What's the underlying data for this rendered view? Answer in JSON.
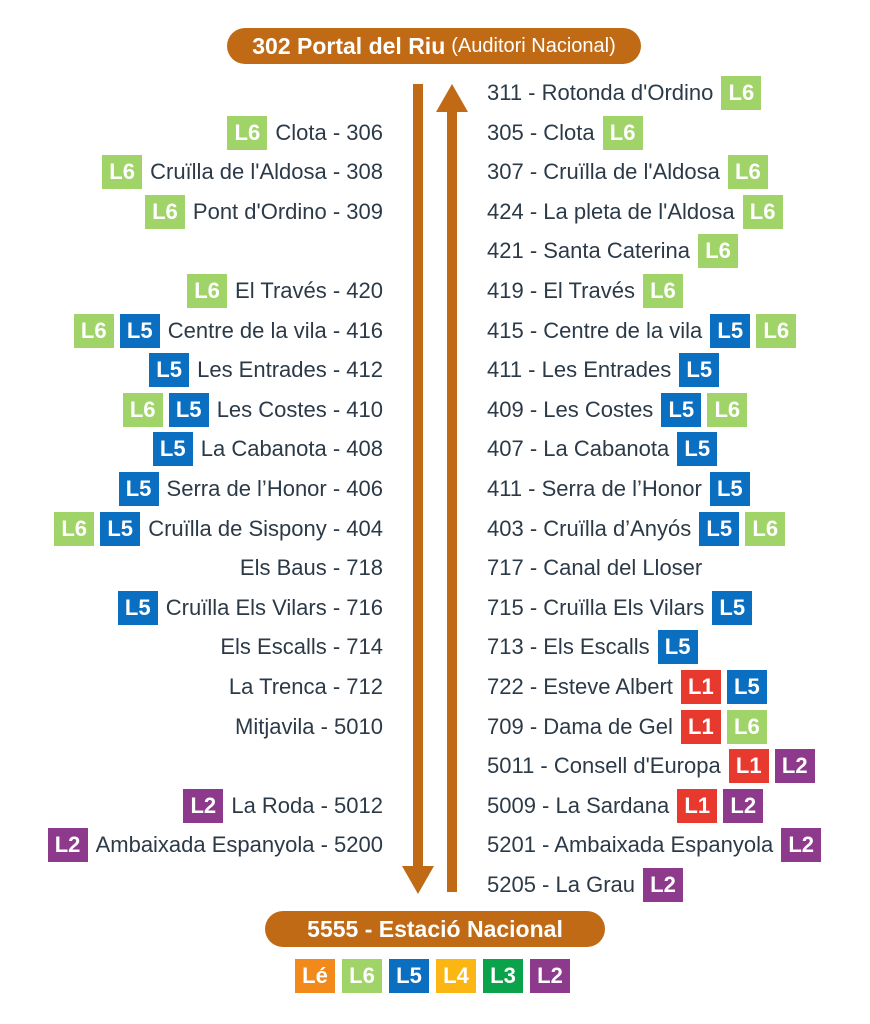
{
  "header": {
    "title": "302 Portal del Riu",
    "subtitle": "(Auditori Nacional)"
  },
  "footer": {
    "title": "5555 - Estació Nacional"
  },
  "colors": {
    "L6": "#a0d468",
    "L5": "#0b6fc1",
    "L1": "#e8392e",
    "L2": "#8d3a8d",
    "L4": "#fbb614",
    "L3": "#0aa24a",
    "Lé": "#f18a1a",
    "brand": "#c06a15"
  },
  "left_stops": [
    {
      "row": 1,
      "label": "Clota - 306",
      "lines": [
        "L6"
      ]
    },
    {
      "row": 2,
      "label": "Cruïlla de l'Aldosa - 308",
      "lines": [
        "L6"
      ]
    },
    {
      "row": 3,
      "label": "Pont d'Ordino - 309",
      "lines": [
        "L6"
      ]
    },
    {
      "row": 5,
      "label": "El Través - 420",
      "lines": [
        "L6"
      ]
    },
    {
      "row": 6,
      "label": "Centre de la vila - 416",
      "lines": [
        "L6",
        "L5"
      ]
    },
    {
      "row": 7,
      "label": "Les Entrades - 412",
      "lines": [
        "L5"
      ]
    },
    {
      "row": 8,
      "label": "Les Costes - 410",
      "lines": [
        "L6",
        "L5"
      ]
    },
    {
      "row": 9,
      "label": "La Cabanota - 408",
      "lines": [
        "L5"
      ]
    },
    {
      "row": 10,
      "label": "Serra de l’Honor - 406",
      "lines": [
        "L5"
      ]
    },
    {
      "row": 11,
      "label": "Cruïlla de Sispony - 404",
      "lines": [
        "L6",
        "L5"
      ]
    },
    {
      "row": 12,
      "label": "Els Baus - 718",
      "lines": []
    },
    {
      "row": 13,
      "label": "Cruïlla Els Vilars - 716",
      "lines": [
        "L5"
      ]
    },
    {
      "row": 14,
      "label": "Els Escalls - 714",
      "lines": []
    },
    {
      "row": 15,
      "label": "La Trenca - 712",
      "lines": []
    },
    {
      "row": 16,
      "label": "Mitjavila - 5010",
      "lines": []
    },
    {
      "row": 18,
      "label": "La Roda - 5012",
      "lines": [
        "L2"
      ]
    },
    {
      "row": 19,
      "label": "Ambaixada Espanyola - 5200",
      "lines": [
        "L2"
      ]
    }
  ],
  "right_stops": [
    {
      "label": "311 - Rotonda d'Ordino",
      "lines": [
        "L6"
      ]
    },
    {
      "label": "305 - Clota",
      "lines": [
        "L6"
      ]
    },
    {
      "label": "307 - Cruïlla de l'Aldosa",
      "lines": [
        "L6"
      ]
    },
    {
      "label": "424 - La pleta de l'Aldosa",
      "lines": [
        "L6"
      ]
    },
    {
      "label": "421 - Santa Caterina",
      "lines": [
        "L6"
      ]
    },
    {
      "label": "419 - El Través",
      "lines": [
        "L6"
      ]
    },
    {
      "label": "415 - Centre de la vila",
      "lines": [
        "L5",
        "L6"
      ]
    },
    {
      "label": "411 - Les Entrades",
      "lines": [
        "L5"
      ]
    },
    {
      "label": "409 - Les Costes",
      "lines": [
        "L5",
        "L6"
      ]
    },
    {
      "label": "407 - La Cabanota",
      "lines": [
        "L5"
      ]
    },
    {
      "label": "411 - Serra de l’Honor",
      "lines": [
        "L5"
      ]
    },
    {
      "label": "403 - Cruïlla d’Anyós",
      "lines": [
        "L5",
        "L6"
      ]
    },
    {
      "label": "717 - Canal del Lloser",
      "lines": []
    },
    {
      "label": "715 - Cruïlla Els Vilars",
      "lines": [
        "L5"
      ]
    },
    {
      "label": "713 - Els Escalls",
      "lines": [
        "L5"
      ]
    },
    {
      "label": "722 - Esteve Albert",
      "lines": [
        "L1",
        "L5"
      ]
    },
    {
      "label": "709 - Dama de Gel",
      "lines": [
        "L1",
        "L6"
      ]
    },
    {
      "label": "5011 - Consell d'Europa",
      "lines": [
        "L1",
        "L2"
      ]
    },
    {
      "label": "5009 - La Sardana",
      "lines": [
        "L1",
        "L2"
      ]
    },
    {
      "label": "5201 - Ambaixada Espanyola",
      "lines": [
        "L2"
      ]
    },
    {
      "label": "5205 - La Grau",
      "lines": [
        "L2"
      ]
    }
  ],
  "legend": [
    "Lé",
    "L6",
    "L5",
    "L4",
    "L3",
    "L2"
  ]
}
